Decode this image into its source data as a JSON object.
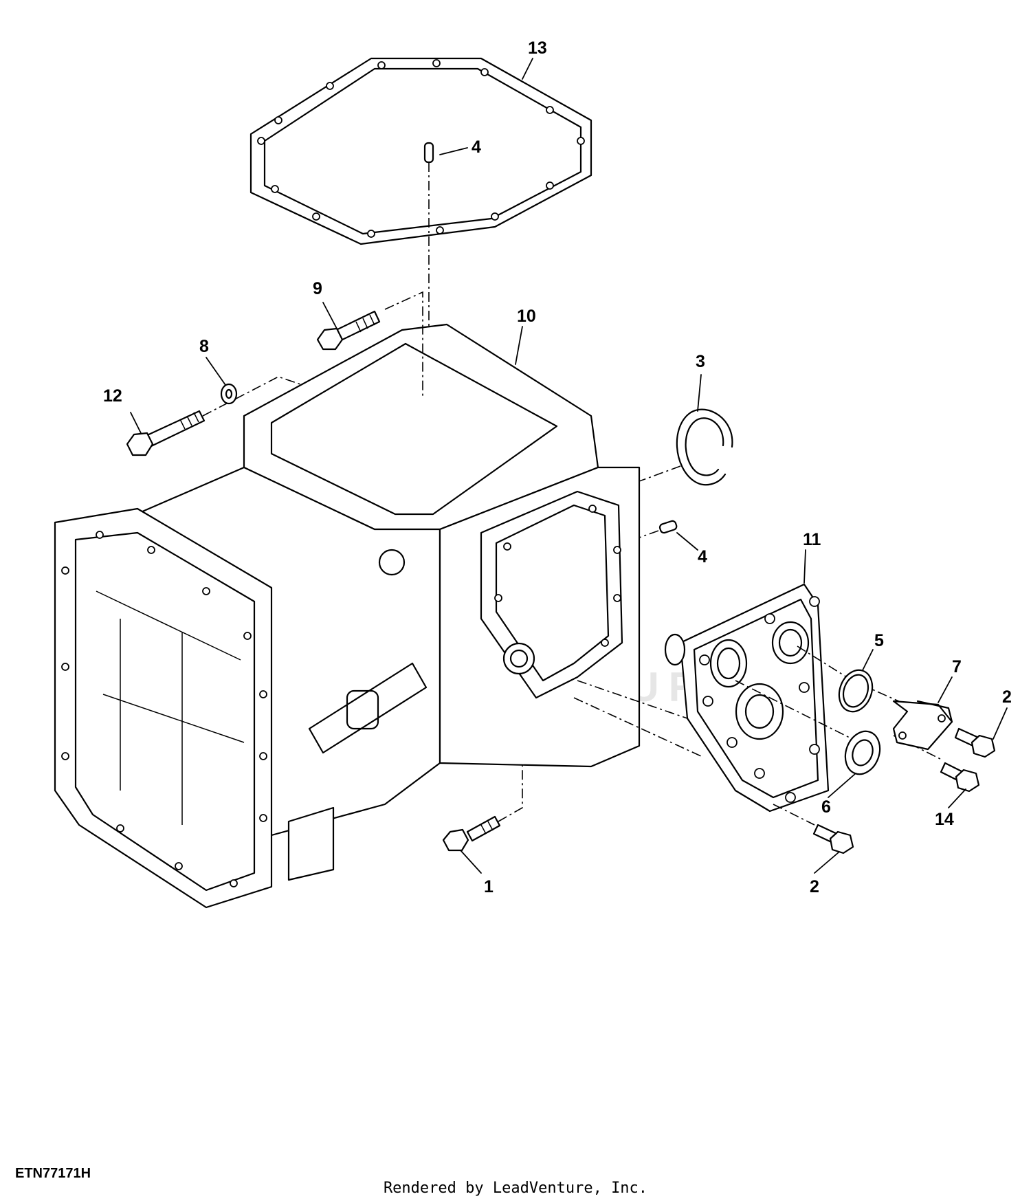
{
  "callouts": [
    {
      "id": "13",
      "label": "13"
    },
    {
      "id": "4a",
      "label": "4"
    },
    {
      "id": "9",
      "label": "9"
    },
    {
      "id": "10",
      "label": "10"
    },
    {
      "id": "8",
      "label": "8"
    },
    {
      "id": "12",
      "label": "12"
    },
    {
      "id": "3",
      "label": "3"
    },
    {
      "id": "4b",
      "label": "4"
    },
    {
      "id": "11",
      "label": "11"
    },
    {
      "id": "5",
      "label": "5"
    },
    {
      "id": "7",
      "label": "7"
    },
    {
      "id": "2a",
      "label": "2"
    },
    {
      "id": "6",
      "label": "6"
    },
    {
      "id": "14",
      "label": "14"
    },
    {
      "id": "1",
      "label": "1"
    },
    {
      "id": "2b",
      "label": "2"
    }
  ],
  "watermark": "LEADVENTURE",
  "figure_code": "ETN77171H",
  "credit": "Rendered by LeadVenture, Inc."
}
